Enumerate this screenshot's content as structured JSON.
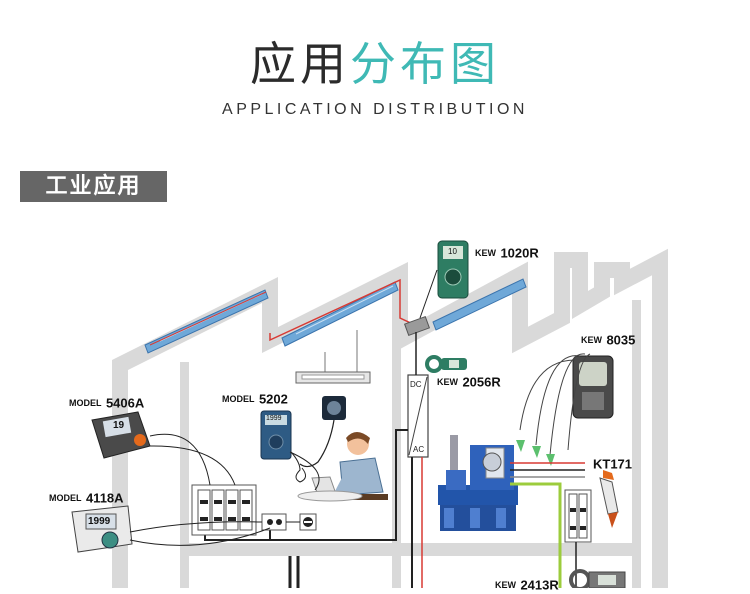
{
  "header": {
    "title_dark": "应用",
    "title_teal": "分布图",
    "subtitle": "APPLICATION DISTRIBUTION"
  },
  "section": {
    "label": "工业应用"
  },
  "devices": [
    {
      "prefix": "MODEL",
      "model": "5406A",
      "screen": "19"
    },
    {
      "prefix": "MODEL",
      "model": "4118A",
      "screen": "1999"
    },
    {
      "prefix": "MODEL",
      "model": "5202",
      "screen": "1999"
    },
    {
      "prefix": "KEW",
      "model": "1020R",
      "screen": "10"
    },
    {
      "prefix": "KEW",
      "model": "2056R"
    },
    {
      "prefix": "KEW",
      "model": "8035"
    },
    {
      "prefix": "",
      "model": "KT171"
    },
    {
      "prefix": "KEW",
      "model": "2413R"
    }
  ],
  "labels": {
    "dc": "DC",
    "ac": "AC"
  },
  "colors": {
    "teal": "#3fb9b5",
    "wall_gray": "#d9d9d9",
    "solar_blue": "#6fa8d8",
    "instrument_green": "#2e7d63",
    "motor_blue": "#2255aa",
    "ground_wire": "#9ccc3c",
    "red_wire": "#d83a34"
  }
}
